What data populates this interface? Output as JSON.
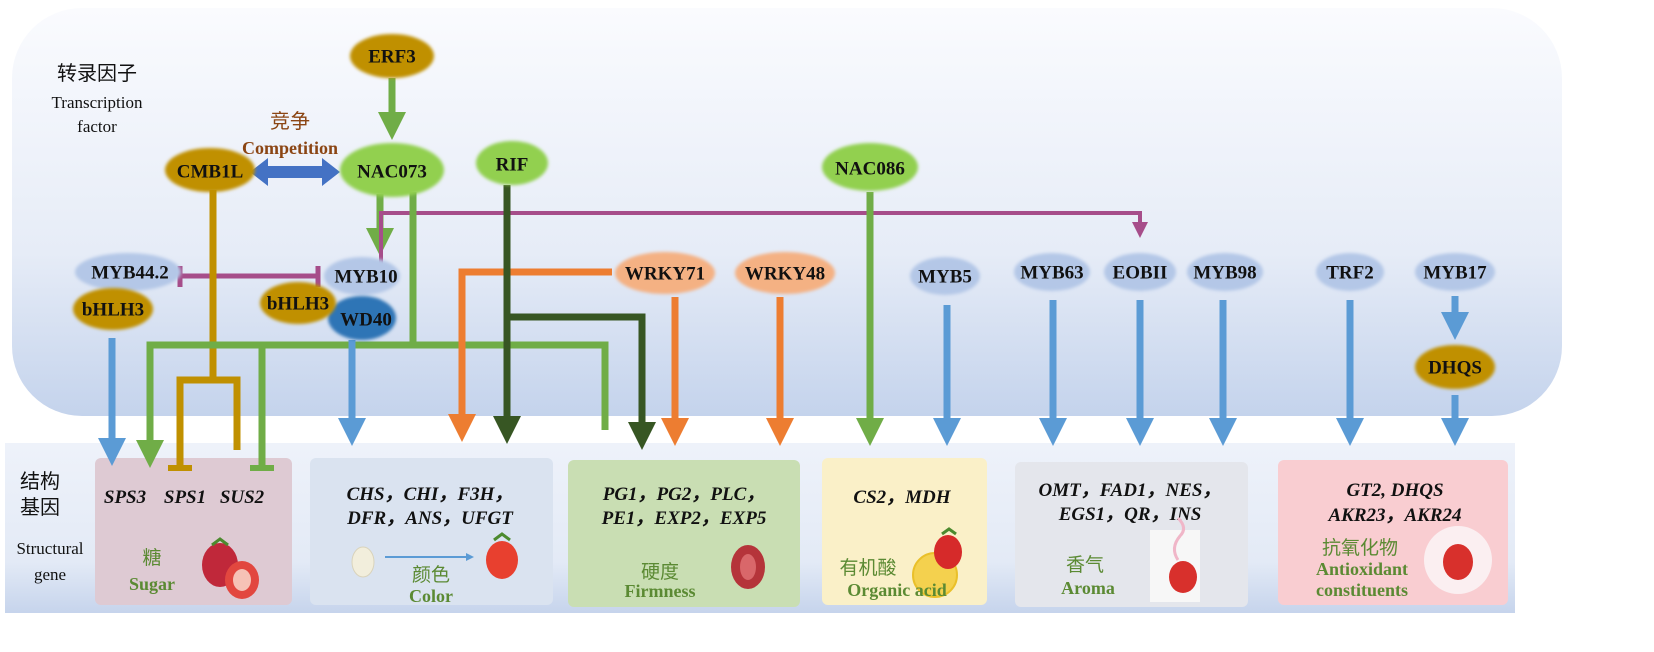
{
  "labels": {
    "tf_cn": "转录因子",
    "tf_en_1": "Transcription",
    "tf_en_2": "factor",
    "sg_cn_1": "结构",
    "sg_cn_2": "基因",
    "sg_en_1": "Structural",
    "sg_en_2": "gene",
    "competition_cn": "竞争",
    "competition_en": "Competition"
  },
  "colors": {
    "gold": "#C09000",
    "green": "#70AD47",
    "light_green_node": "#92D050",
    "dark_green": "#375623",
    "blue": "#5B9BD5",
    "light_blue_node": "#B4C7E7",
    "dark_blue_node": "#2E75B6",
    "orange": "#ED7D31",
    "orange_node": "#F4B183",
    "magenta": "#A64D8A",
    "competition_arrow": "#4472C4",
    "competition_text": "#8B4513"
  },
  "nodes": {
    "erf3": "ERF3",
    "nac073": "NAC073",
    "cmb1l": "CMB1L",
    "rif": "RIF",
    "nac086": "NAC086",
    "myb44_2": "MYB44.2",
    "bhlh3_left": "bHLH3",
    "myb10": "MYB10",
    "bhlh3_mid": "bHLH3",
    "wd40": "WD40",
    "wrky71": "WRKY71",
    "wrky48": "WRKY48",
    "myb5": "MYB5",
    "myb63": "MYB63",
    "eobii": "EOBII",
    "myb98": "MYB98",
    "trf2": "TRF2",
    "myb17": "MYB17",
    "dhqs": "DHQS"
  },
  "categories": [
    {
      "cn": "糖",
      "en": "Sugar",
      "genes": [
        "SPS3",
        "SPS1",
        "SUS2"
      ],
      "bg": "#DECAD3"
    },
    {
      "cn": "颜色",
      "en": "Color",
      "genes_line1": "CHS，CHI，F3H，",
      "genes_line2": "DFR，ANS，UFGT",
      "bg": "#DAE3F0"
    },
    {
      "cn": "硬度",
      "en": "Firmness",
      "genes_line1": "PG1，PG2，PLC，",
      "genes_line2": "PE1，EXP2，EXP5",
      "bg": "#C9DEB3"
    },
    {
      "cn": "有机酸",
      "en": "Organic acid",
      "genes_line1": "CS2，MDH",
      "bg": "#FAF0C8"
    },
    {
      "cn": "香气",
      "en": "Aroma",
      "genes_line1": "OMT，FAD1，NES，",
      "genes_line2": "EGS1，QR，INS",
      "bg": "#E4E6EC"
    },
    {
      "cn": "抗氧化物",
      "en_1": "Antioxidant",
      "en_2": "constituents",
      "genes_line1": "GT2, DHQS",
      "genes_line2": "AKR23，AKR24",
      "bg": "#F9CDD1"
    }
  ]
}
